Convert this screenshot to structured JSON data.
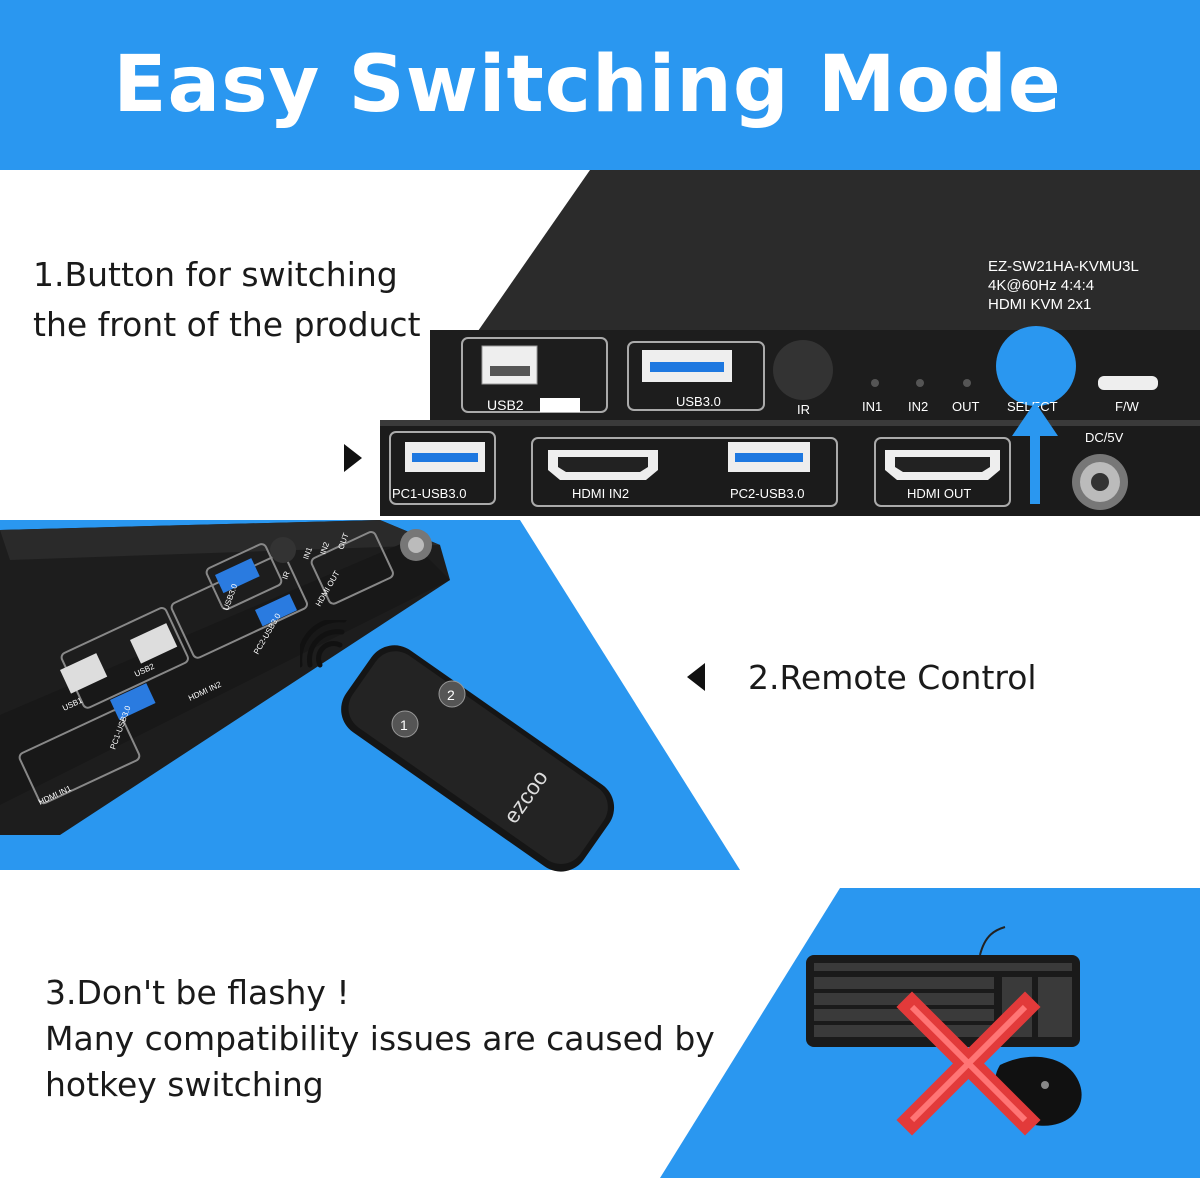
{
  "header": {
    "title": "Easy Switching Mode"
  },
  "section1": {
    "line1": "1.Button for switching",
    "line2": "the front of the product"
  },
  "section2": {
    "label": "2.Remote Control"
  },
  "section3": {
    "line1": "3.Don't be flashy !",
    "line2": "Many compatibility issues are caused by",
    "line3": "hotkey switching"
  },
  "device_front": {
    "model": "EZ-SW21HA-KVMU3L",
    "spec1": "4K@60Hz 4:4:4",
    "spec2": "HDMI KVM 2x1",
    "usb2": "USB2",
    "usb30": "USB3.0",
    "ir": "IR",
    "in1": "IN1",
    "in2": "IN2",
    "out": "OUT",
    "select": "SELECT",
    "fw": "F/W",
    "dc": "DC/5V",
    "pc1": "PC1-USB3.0",
    "hdmi_in2": "HDMI IN2",
    "pc2": "PC2-USB3.0",
    "hdmi_out": "HDMI OUT"
  },
  "device_angled": {
    "usb1": "USB1",
    "usb2": "USB2",
    "usb30": "USB3.0",
    "pc1": "PC1-USB3.0",
    "hdmi_in1": "HDMI IN1",
    "hdmi_in2": "HDMI IN2",
    "pc2": "PC2-USB3.0",
    "hdmi_out": "HDMI OUT",
    "ir": "IR",
    "in1": "IN1",
    "in2": "IN2",
    "out": "OUT"
  },
  "remote": {
    "btn1": "1",
    "btn2": "2",
    "brand": "ezcoo"
  },
  "colors": {
    "accent": "#2a97f0",
    "cross": "#e23a3a",
    "device": "#1b1b1b"
  }
}
